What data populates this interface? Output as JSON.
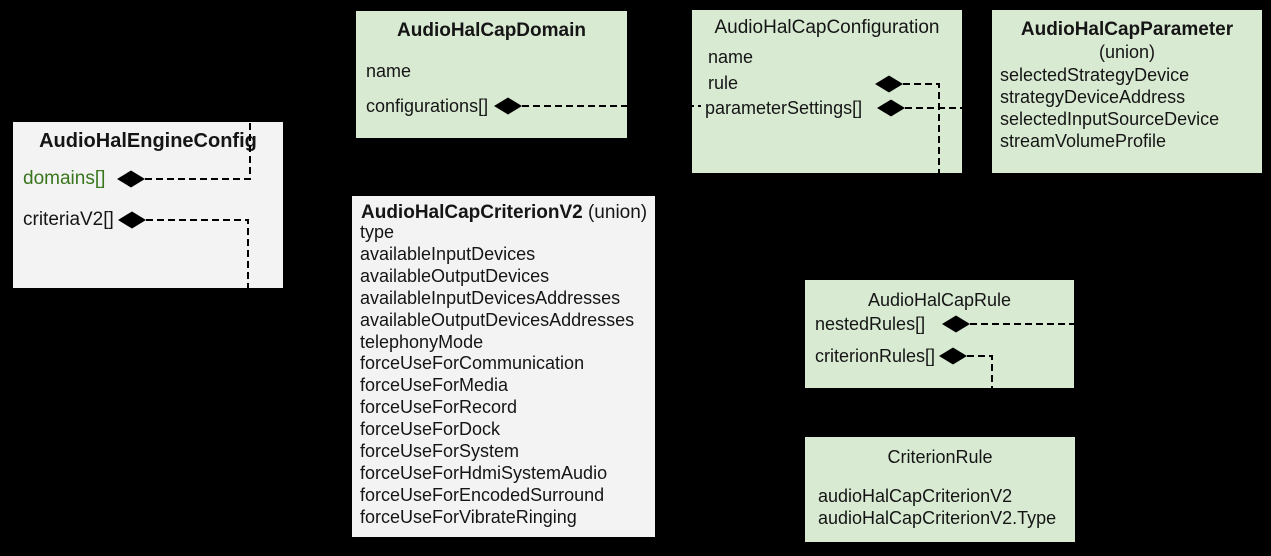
{
  "colors": {
    "background": "#000000",
    "box_green": "#d9ead3",
    "box_gray": "#f3f3f3",
    "green_text": "#38761d",
    "line": "#000000"
  },
  "diagram": {
    "engine": {
      "title": "AudioHalEngineConfig",
      "fields": {
        "domains": "domains[]",
        "criteriaV2": "criteriaV2[]"
      }
    },
    "domain": {
      "title": "AudioHalCapDomain",
      "fields": {
        "name": "name",
        "configurations": "configurations[]"
      }
    },
    "configuration": {
      "title": "AudioHalCapConfiguration",
      "fields": {
        "name": "name",
        "rule": "rule",
        "parameterSettings": "parameterSettings[]"
      }
    },
    "parameter": {
      "title": "AudioHalCapParameter",
      "subtitle": "(union)",
      "fields": [
        "selectedStrategyDevice",
        "strategyDeviceAddress",
        "selectedInputSourceDevice",
        "streamVolumeProfile"
      ]
    },
    "criterion": {
      "title_bold": "AudioHalCapCriterionV2",
      "title_suffix": " (union)",
      "fields": [
        "type",
        "availableInputDevices",
        "availableOutputDevices",
        "availableInputDevicesAddresses",
        "availableOutputDevicesAddresses",
        "telephonyMode",
        "forceUseForCommunication",
        "forceUseForMedia",
        "forceUseForRecord",
        "forceUseForDock",
        "forceUseForSystem",
        "forceUseForHdmiSystemAudio",
        "forceUseForEncodedSurround",
        "forceUseForVibrateRinging"
      ]
    },
    "rule": {
      "title": "AudioHalCapRule",
      "fields": {
        "nestedRules": "nestedRules[]",
        "criterionRules": "criterionRules[]"
      }
    },
    "criterionRule": {
      "title": "CriterionRule",
      "fields": [
        "audioHalCapCriterionV2",
        "audioHalCapCriterionV2.Type"
      ]
    }
  }
}
